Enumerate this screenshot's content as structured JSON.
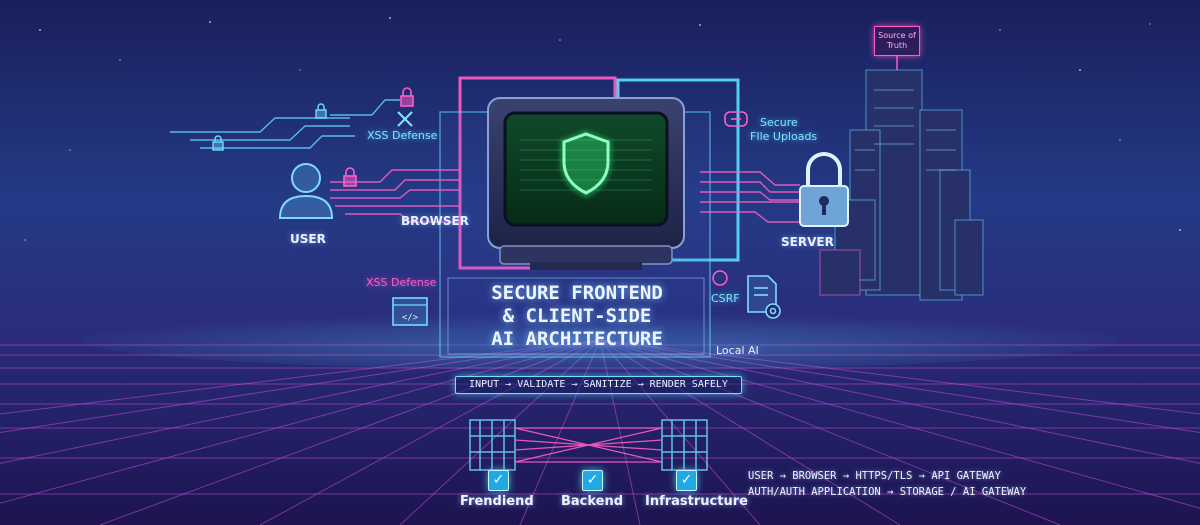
{
  "title_lines": [
    "SECURE FRONTEND",
    "& CLIENT-SIDE",
    "AI ARCHITECTURE"
  ],
  "labels": {
    "user": "USER",
    "browser": "BROWSER",
    "server": "SERVER",
    "xss_top": "XSS Defense",
    "xss_left": "XSS Defense",
    "secure_uploads_1": "Secure",
    "secure_uploads_2": "FIle Uploads",
    "csrf": "CSRF",
    "local_ai": "Local AI",
    "source_of_truth": "Source of Truth"
  },
  "pipeline": "INPUT → VALIDATE → SANITIZE → RENDER SAFELY",
  "tiers": [
    "Frendiend",
    "Backend",
    "Infrastructure"
  ],
  "flow_lines": [
    "USER → BROWSER → HTTPS/TLS → API GATEWAY",
    "AUTH/AUTH    APPLICATION → STORAGE / AI GATEWAY"
  ],
  "colors": {
    "pink": "#ff5ec8",
    "cyan": "#5fe0ff",
    "screen_green": "#3dff8a"
  },
  "icons": [
    "user-icon",
    "lock-icon",
    "shield-icon",
    "padlock-icon",
    "code-icon",
    "document-gear-icon",
    "x-icon",
    "chat-bubble-icon"
  ]
}
